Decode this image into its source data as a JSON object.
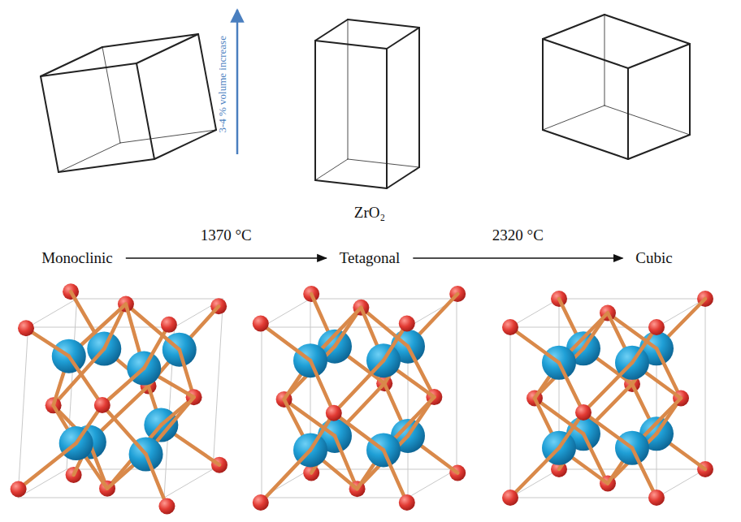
{
  "diagram": {
    "nodes": [
      {
        "text": [
          "Monoclinic"
        ]
      },
      {
        "text": [
          "Tetagonal"
        ]
      },
      {
        "text": [
          "Cubic"
        ]
      }
    ],
    "edges": [
      {
        "from": 0,
        "to": 1,
        "arrow": "to",
        "label": "1370 °C"
      },
      {
        "from": 1,
        "to": 2,
        "arrow": "to",
        "label": "2320 °C"
      }
    ],
    "labels": [
      "3-4 % volume increase",
      "ZrO₂"
    ]
  }
}
